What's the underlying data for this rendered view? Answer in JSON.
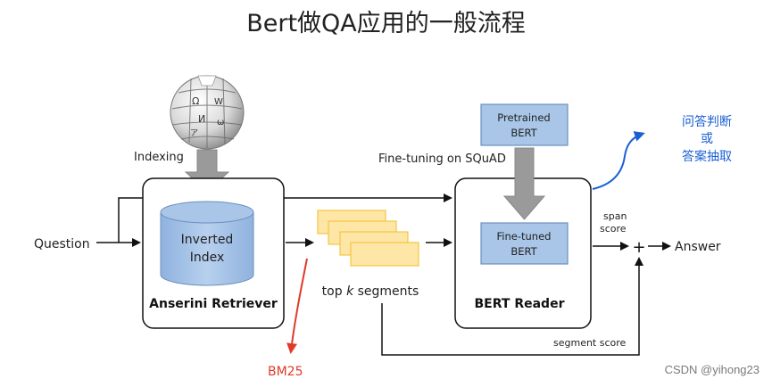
{
  "title": "Bert做QA应用的一般流程",
  "labels": {
    "indexing": "Indexing",
    "question": "Question",
    "inverted_index_line1": "Inverted",
    "inverted_index_line2": "Index",
    "retriever": "Anserini Retriever",
    "top_k_prefix": "top ",
    "top_k_var": "k",
    "top_k_suffix": " segments",
    "fine_tuning": "Fine-tuning on SQuAD",
    "pretrained_line1": "Pretrained",
    "pretrained_line2": "BERT",
    "finetuned_line1": "Fine-tuned",
    "finetuned_line2": "BERT",
    "reader": "BERT Reader",
    "span_line1": "span",
    "span_line2": "score",
    "plus": "+",
    "answer": "Answer",
    "segment_score": "segment score",
    "bm25": "BM25"
  },
  "annotation": {
    "line1": "问答判断",
    "line2": "或",
    "line3": "答案抽取"
  },
  "watermark": "CSDN @yihong23",
  "icons": {
    "wikipedia": "wikipedia-globe-icon"
  },
  "colors": {
    "blue_box_fill": "#a9c6e8",
    "blue_box_stroke": "#6b8fbf",
    "segment_fill": "#fde6a6",
    "segment_stroke": "#f5c542",
    "gray_arrow": "#9a9a9a",
    "annotation_blue": "#1a5fd4",
    "bm25_red": "#e03a2a"
  }
}
